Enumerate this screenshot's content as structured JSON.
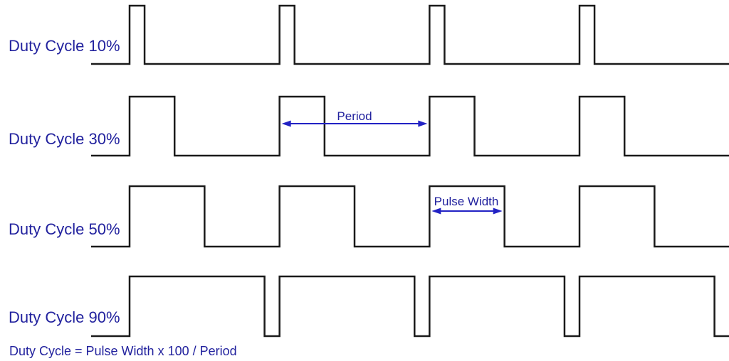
{
  "colors": {
    "background": "#ffffff",
    "waveform": "#1a1a1a",
    "annotation_text": "#22229E",
    "arrow": "#2222C4"
  },
  "chart_data": {
    "type": "line",
    "subtype": "pwm-square-wave-timing-diagram",
    "title": "",
    "rows": [
      {
        "label": "Duty Cycle 10%",
        "duty_percent": 10
      },
      {
        "label": "Duty Cycle 30%",
        "duty_percent": 30
      },
      {
        "label": "Duty Cycle 50%",
        "duty_percent": 50
      },
      {
        "label": "Duty Cycle 90%",
        "duty_percent": 90
      }
    ],
    "periods_shown": 4,
    "signal_levels": [
      "low",
      "high"
    ],
    "grid": "off",
    "legend": "none",
    "annotations": {
      "period_label": "Period",
      "period_span": "one full period between consecutive rising edges (row 2)",
      "pulse_width_label": "Pulse Width",
      "pulse_width_span": "high-time of one pulse (row 3)",
      "formula": "Duty Cycle = Pulse Width x 100 / Period"
    }
  }
}
